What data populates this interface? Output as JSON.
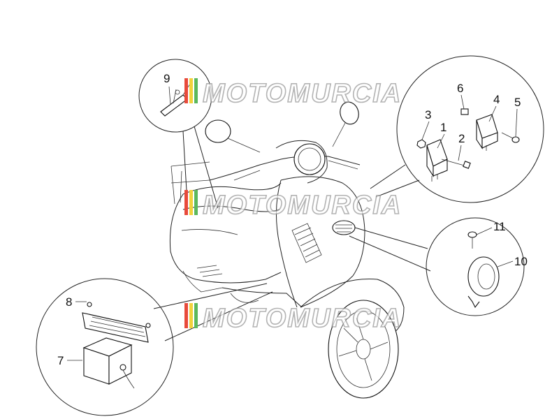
{
  "callouts": {
    "c1": "1",
    "c2": "2",
    "c3": "3",
    "c4": "4",
    "c5": "5",
    "c6": "6",
    "c7": "7",
    "c8": "8",
    "c9": "9",
    "c10": "10",
    "c11": "11"
  },
  "watermark": {
    "text": "MOTOMURCIA",
    "stripe_colors": [
      "#e84a3b",
      "#f2d23c",
      "#5cb85c"
    ]
  },
  "colors": {
    "line": "#222222",
    "background": "#ffffff"
  }
}
